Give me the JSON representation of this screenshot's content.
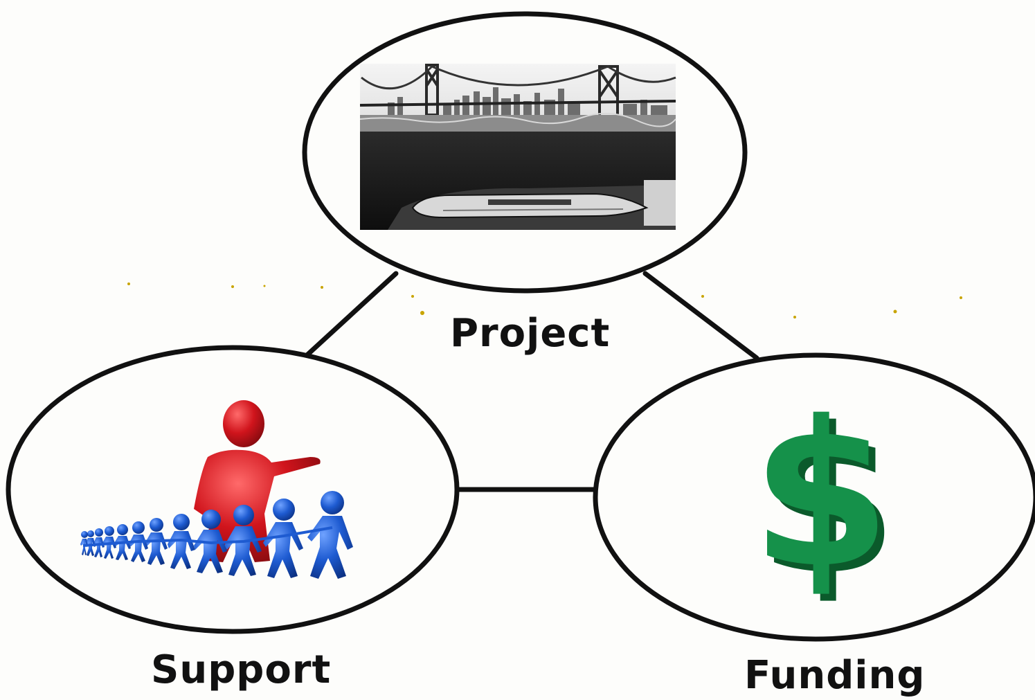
{
  "nodes": {
    "project": {
      "label": "Project",
      "icon": "bridge-train-image"
    },
    "support": {
      "label": "Support",
      "icon": "leader-with-crowd-figures"
    },
    "funding": {
      "label": "Funding",
      "icon": "dollar-sign-icon"
    }
  },
  "colors": {
    "outline": "#111111",
    "leader": "#d0141c",
    "crowd": "#1e5bd1",
    "dollar": "#15914a",
    "dollar_shadow": "#0b5a2b",
    "speck": "#c8a400"
  }
}
